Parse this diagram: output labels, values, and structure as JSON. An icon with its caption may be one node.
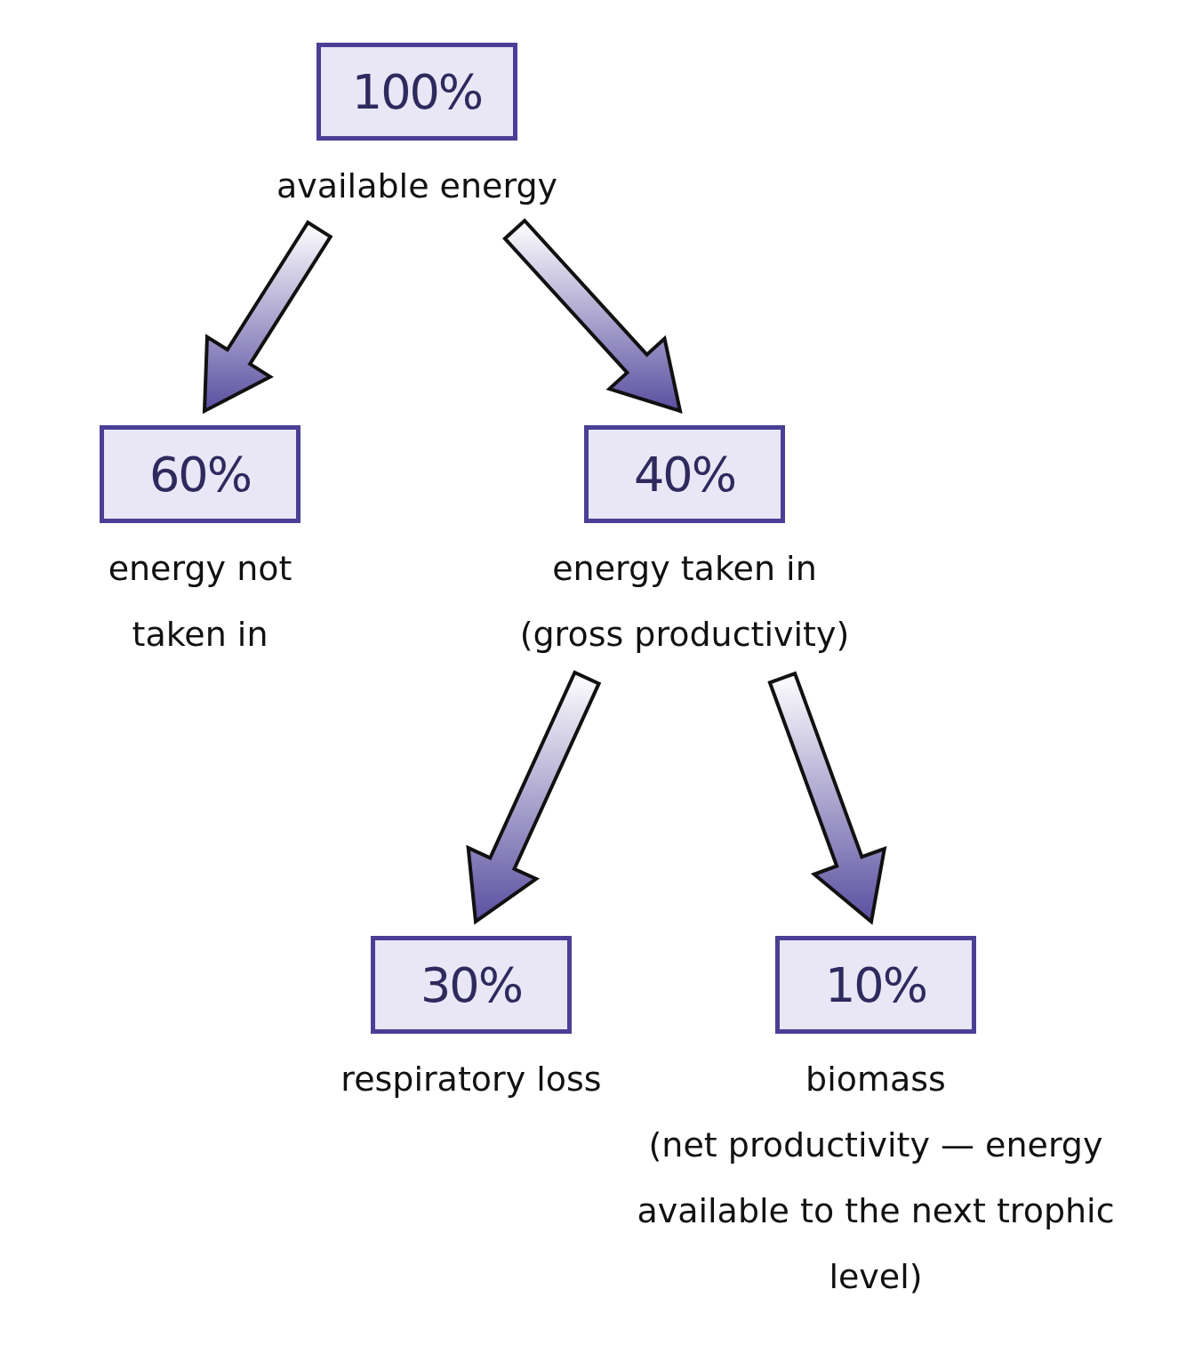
{
  "diagram": {
    "nodes": [
      {
        "text": [
          "100%"
        ],
        "beside": [
          "available energy"
        ]
      },
      {
        "text": [
          "60%"
        ],
        "beside": [
          "energy not taken in"
        ]
      },
      {
        "text": [
          "40%"
        ],
        "beside": [
          "energy taken in",
          "(gross productivity)"
        ]
      },
      {
        "text": [
          "30%"
        ],
        "beside": [
          "respiratory loss"
        ]
      },
      {
        "text": [
          "10%"
        ],
        "beside": [
          "biomass",
          "(net productivity — energy available to the next trophic level)"
        ]
      }
    ],
    "edges": [
      {
        "from": 0,
        "to": 1,
        "arrow": "to"
      },
      {
        "from": 0,
        "to": 2,
        "arrow": "to"
      },
      {
        "from": 2,
        "to": 3,
        "arrow": "to"
      },
      {
        "from": 2,
        "to": 4,
        "arrow": "to"
      }
    ]
  }
}
